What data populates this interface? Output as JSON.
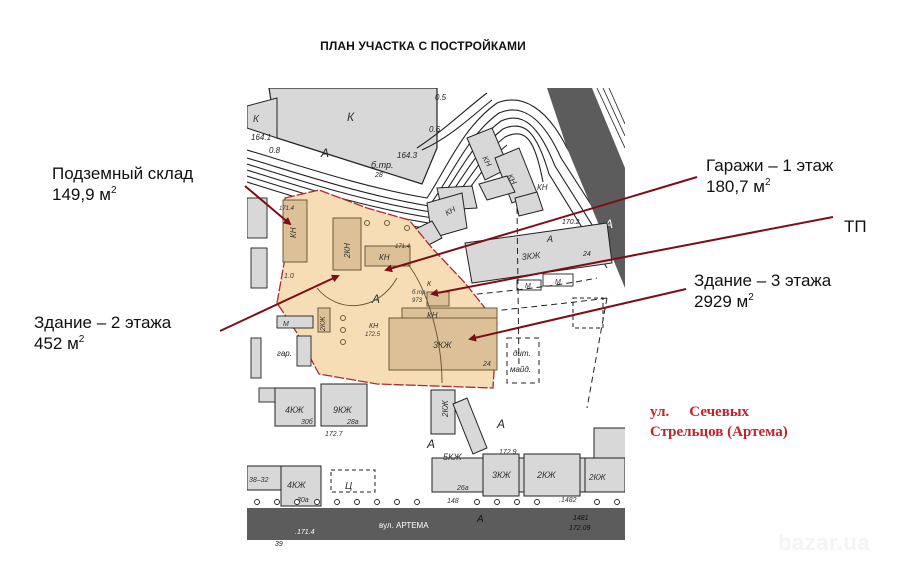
{
  "title": "ПЛАН УЧАСТКА С ПОСТРОЙКАМИ",
  "callouts": [
    {
      "id": "underground-warehouse",
      "name": "Подземный склад",
      "area": "149,9 м",
      "unit_sup": "2"
    },
    {
      "id": "garages",
      "name": "Гаражи – 1 этаж",
      "area": "180,7 м",
      "unit_sup": "2"
    },
    {
      "id": "transformer",
      "name": "ТП"
    },
    {
      "id": "building-3",
      "name": "Здание – 3 этажа",
      "area": "2929 м",
      "unit_sup": "2"
    },
    {
      "id": "building-2",
      "name": "Здание – 2 этажа",
      "area": "452 м",
      "unit_sup": "2"
    }
  ],
  "street": {
    "line1_a": "ул.",
    "line1_b": "Сечевых",
    "line2": "Стрельцов (Артема)"
  },
  "map": {
    "labels": {
      "k_top": "К",
      "k_left": "К",
      "h164_1": "164.1",
      "h164_3": "164.3",
      "h0_8": "0.8",
      "h0_5": "0.5",
      "h0_6": "0.6",
      "a1": "А",
      "btr": "б.тр.",
      "n28": "28",
      "kn": "КН",
      "n2knzh": "2КН",
      "n2kzh": "2КЖ",
      "n3kzh": "3КЖ",
      "n24": "24",
      "h171_4a": "171.4",
      "h171_4b": "171.4",
      "h1_0": "1.0",
      "h172_5": "172.5",
      "btr973": "б.тр.",
      "n973": "973",
      "k_small": "К",
      "n3kzh_right": "3КЖ",
      "h170_2": "170.2",
      "m": "М",
      "mn": "МН",
      "dit": "дит.",
      "maid": "майд.",
      "n4kzh_a": "4КЖ",
      "n30b": "30б",
      "n9kzh": "9КЖ",
      "n28a": "28а",
      "h172_7": "172.7",
      "n4kzh_b": "4КЖ",
      "n30a": "30а",
      "n38_32": "38–32",
      "ts": "Ц",
      "n5kzh": "5КЖ",
      "n26a": "26а",
      "n2kzh_a": "2КЖ",
      "n2kzh_b": "2КЖ",
      "n2kzh_c": "2КЖ",
      "n3kzh_b": "3КЖ",
      "h172_9": "172.9",
      "h148": "148",
      "h1482": ".1482",
      "h1481": "1481",
      "h172_09": "172.09",
      "street_map": "вул. АРТЕМА",
      "h171_4c": ".171.4",
      "gar": "гар.",
      "n39": "39"
    },
    "colors": {
      "site_fill": "#f6ddb6",
      "site_border": "#b02a2a",
      "building_fill": "#d8d8d8",
      "building_in_site": "#dcc198",
      "road": "#5c5c5c",
      "arrow": "#7d0e16"
    }
  },
  "watermark": "bazar.ua"
}
